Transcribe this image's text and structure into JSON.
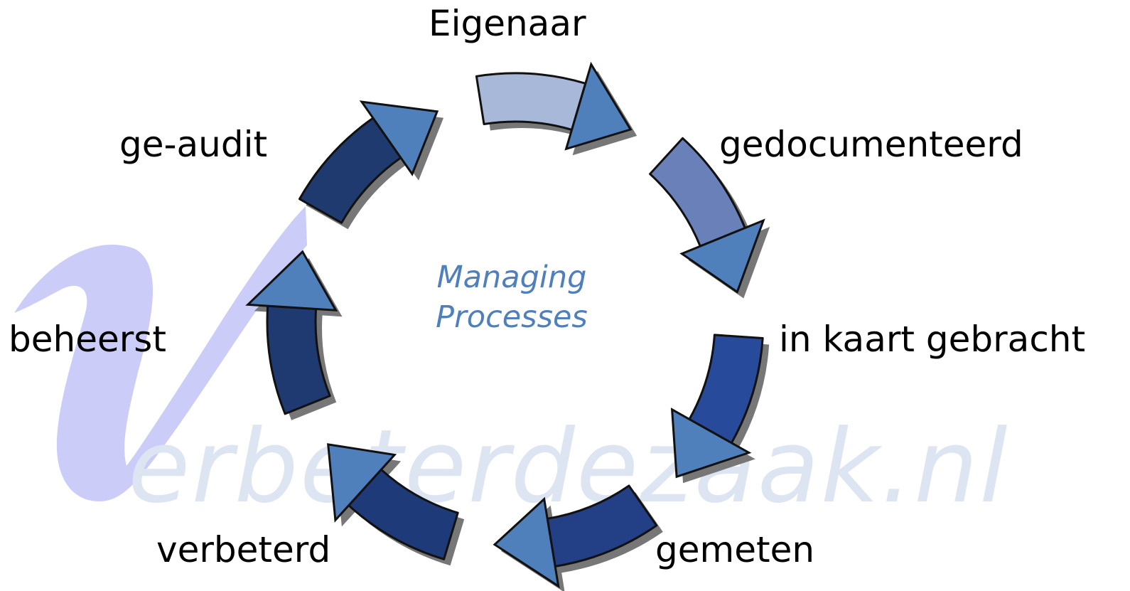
{
  "center": {
    "line1": "Managing",
    "line2": "Processes"
  },
  "steps": [
    {
      "label": "Eigenaar",
      "color": "#A8B8D8"
    },
    {
      "label": "gedocumenteerd",
      "color": "#6A80B8"
    },
    {
      "label": "in kaart gebracht",
      "color": "#274A9A"
    },
    {
      "label": "gemeten",
      "color": "#233F86"
    },
    {
      "label": "verbeterd",
      "color": "#1F3A78"
    },
    {
      "label": "beheerst",
      "color": "#1F3A70"
    },
    {
      "label": "ge-audit",
      "color": "#1F3A6E"
    }
  ],
  "watermark": {
    "text": "verbeterdezaak.nl",
    "v_color": "#CCCCF8",
    "text_color": "#DDE4F2"
  },
  "colors": {
    "arrowhead": "#4F80BC",
    "center_text": "#4F80BC",
    "outline": "#111111",
    "shadow": "#777777"
  }
}
